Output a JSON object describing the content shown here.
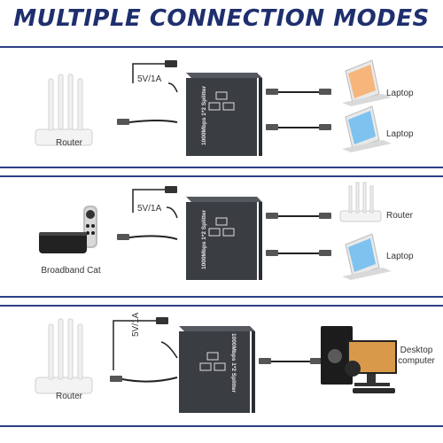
{
  "title": "MULTIPLE CONNECTION MODES",
  "device_label": "1000Mbps 1*2 Splitter",
  "power_label": "5V/1A",
  "panels": [
    {
      "left_label": "Router",
      "right_top_label": "Laptop",
      "right_bottom_label": "Laptop"
    },
    {
      "left_label": "Broadband Cat",
      "right_top_label": "Router",
      "right_bottom_label": "Laptop"
    },
    {
      "left_label": "Router",
      "right_label_line1": "Desktop",
      "right_label_line2": "computer"
    }
  ],
  "colors": {
    "title": "#1f2f6e",
    "border": "#2d3f86",
    "device": "#3a3d42"
  }
}
